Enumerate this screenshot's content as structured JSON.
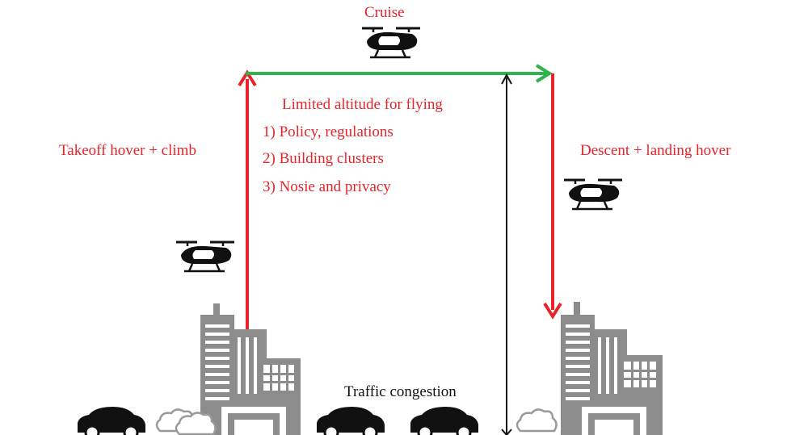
{
  "labels": {
    "cruise": "Cruise",
    "takeoff": "Takeoff hover + climb",
    "descent": "Descent + landing hover",
    "altitude_title": "Limited altitude for flying",
    "constraints": [
      "1) Policy, regulations",
      "2) Building clusters",
      "3) Nosie and privacy"
    ],
    "traffic": "Traffic congestion"
  },
  "colors": {
    "climb_arrow": "#e8242a",
    "cruise_arrow": "#2fb34a",
    "descent_arrow": "#e8242a",
    "altitude_arrow": "#111111",
    "text_red": "#e8242a",
    "building": "#8c8c8c",
    "car": "#111111"
  },
  "icons": [
    "air-taxi-icon",
    "building-cluster-icon",
    "car-icon",
    "exhaust-cloud-icon"
  ]
}
